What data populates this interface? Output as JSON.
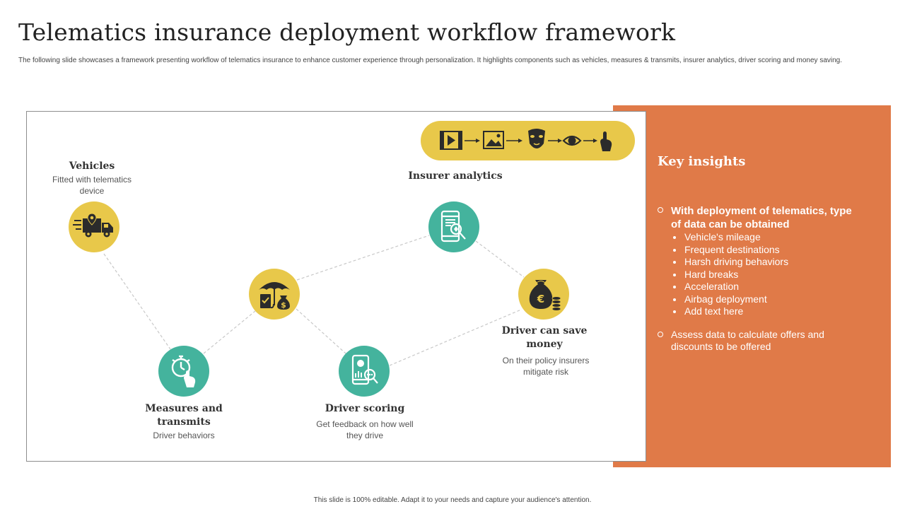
{
  "header": {
    "title": "Telematics insurance deployment workflow framework",
    "subtitle": "The following slide showcases a framework presenting workflow of telematics insurance to enhance customer experience through personalization. It highlights components such as vehicles, measures & transmits, insurer analytics, driver scoring and money saving."
  },
  "diagram": {
    "nodes": [
      {
        "id": "vehicles",
        "label": "Vehicles",
        "description": "Fitted with telematics device",
        "color": "#e8c84a",
        "icon": "delivery-truck-icon"
      },
      {
        "id": "measures",
        "label": "Measures and transmits",
        "description": "Driver behaviors",
        "color": "#44b39d",
        "icon": "stopwatch-touch-icon"
      },
      {
        "id": "insurance",
        "label": "",
        "description": "",
        "color": "#e8c84a",
        "icon": "umbrella-insurance-icon"
      },
      {
        "id": "driver-scoring",
        "label": "Driver scoring",
        "description": "Get feedback on how well they drive",
        "color": "#44b39d",
        "icon": "phone-analytics-icon"
      },
      {
        "id": "insurer-analytics",
        "label": "Insurer analytics",
        "description": "",
        "color": "#44b39d",
        "icon": "phone-search-icon"
      },
      {
        "id": "save-money",
        "label": "Driver can save money",
        "description": "On their policy insurers mitigate risk",
        "color": "#e8c84a",
        "icon": "money-bag-icon"
      }
    ],
    "edges": [
      [
        "vehicles",
        "measures"
      ],
      [
        "measures",
        "insurance"
      ],
      [
        "insurance",
        "insurer-analytics"
      ],
      [
        "insurance",
        "driver-scoring"
      ],
      [
        "driver-scoring",
        "save-money"
      ],
      [
        "insurer-analytics",
        "save-money"
      ]
    ],
    "media_strip_icons": [
      "video-icon",
      "image-icon",
      "face-mask-icon",
      "eye-icon",
      "touch-icon"
    ]
  },
  "key_insights": {
    "title": "Key insights",
    "items": [
      {
        "text": "With deployment of telematics, type of data can be obtained",
        "subitems": [
          "Vehicle's mileage",
          "Frequent destinations",
          "Harsh driving behaviors",
          "Hard breaks",
          "Acceleration",
          "Airbag deployment",
          "Add text here"
        ]
      },
      {
        "text": "Assess data to calculate offers and discounts to be offered",
        "subitems": []
      }
    ]
  },
  "footer": {
    "text": "This slide is 100% editable. Adapt it to your needs and capture your audience's attention."
  },
  "colors": {
    "accent_orange": "#e07a48",
    "accent_yellow": "#e8c84a",
    "accent_teal": "#44b39d"
  }
}
